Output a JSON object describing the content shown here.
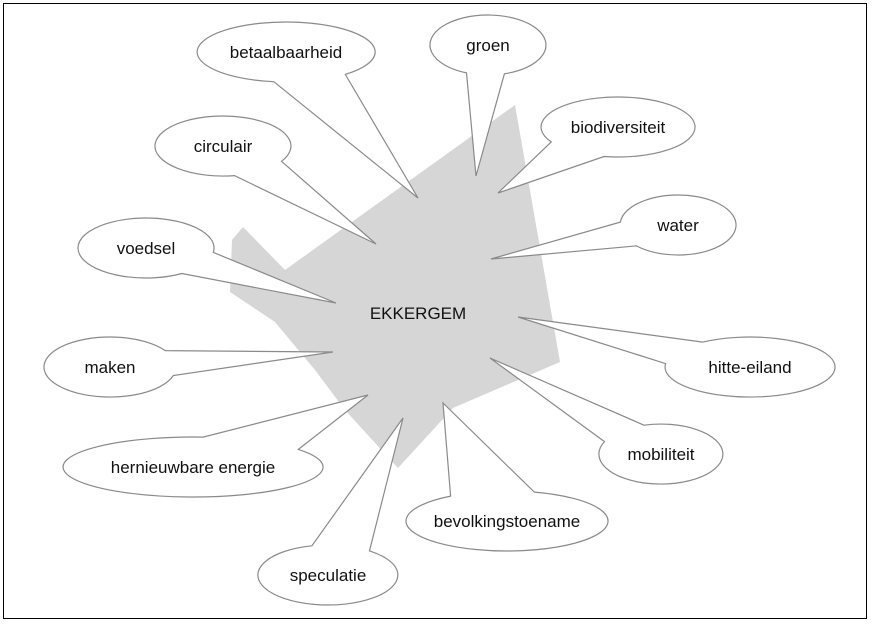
{
  "diagram": {
    "center_label": "EKKERGEM",
    "colors": {
      "region_fill": "#d6d6d6",
      "bubble_fill": "#ffffff",
      "bubble_stroke": "#8a8a8a",
      "text": "#111111",
      "frame": "#000000"
    },
    "bubbles": [
      {
        "id": "betaalbaarheid",
        "label": "betaalbaarheid"
      },
      {
        "id": "groen",
        "label": "groen"
      },
      {
        "id": "biodiversiteit",
        "label": "biodiversiteit"
      },
      {
        "id": "circulair",
        "label": "circulair"
      },
      {
        "id": "water",
        "label": "water"
      },
      {
        "id": "voedsel",
        "label": "voedsel"
      },
      {
        "id": "maken",
        "label": "maken"
      },
      {
        "id": "hitte-eiland",
        "label": "hitte-eiland"
      },
      {
        "id": "mobiliteit",
        "label": "mobiliteit"
      },
      {
        "id": "hernieuwbare-energie",
        "label": "hernieuwbare energie"
      },
      {
        "id": "bevolkingstoename",
        "label": "bevolkingstoename"
      },
      {
        "id": "speculatie",
        "label": "speculatie"
      }
    ]
  }
}
